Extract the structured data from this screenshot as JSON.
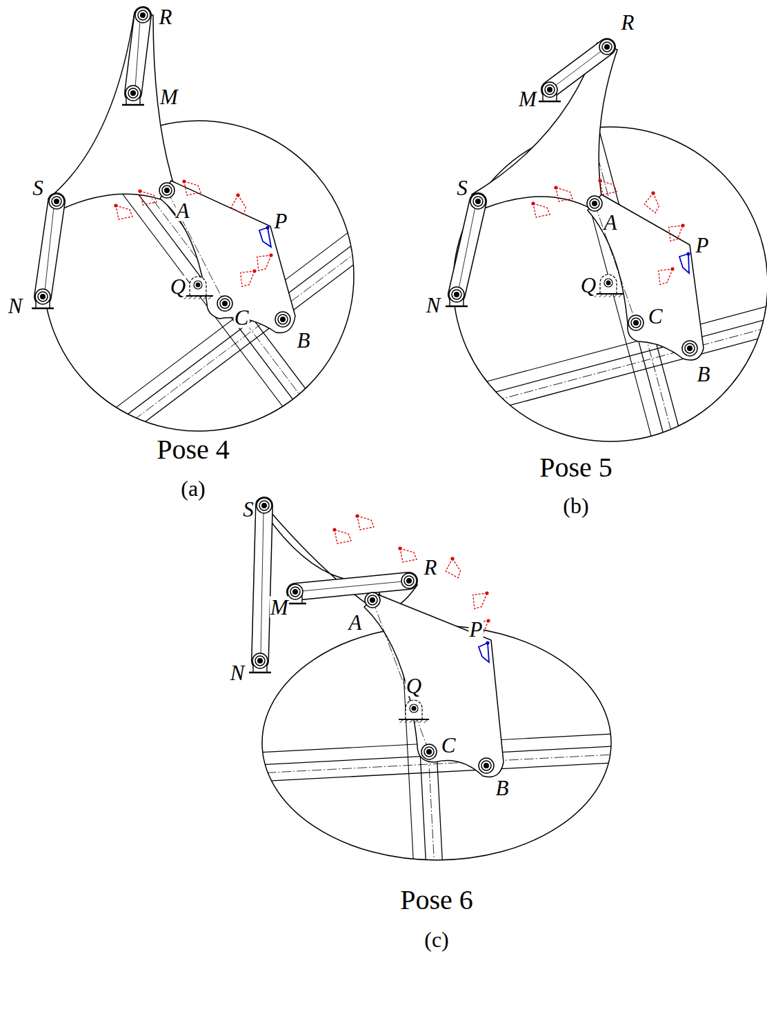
{
  "diagram": {
    "labels": [
      "R",
      "M",
      "S",
      "A",
      "P",
      "Q",
      "C",
      "N",
      "B",
      "Pose 4",
      "(a)",
      "R",
      "M",
      "S",
      "A",
      "P",
      "Q",
      "C",
      "N",
      "B",
      "Pose 5",
      "(b)",
      "R",
      "M",
      "S",
      "A",
      "P",
      "Q",
      "C",
      "N",
      "B",
      "Pose 6",
      "(c)"
    ]
  }
}
